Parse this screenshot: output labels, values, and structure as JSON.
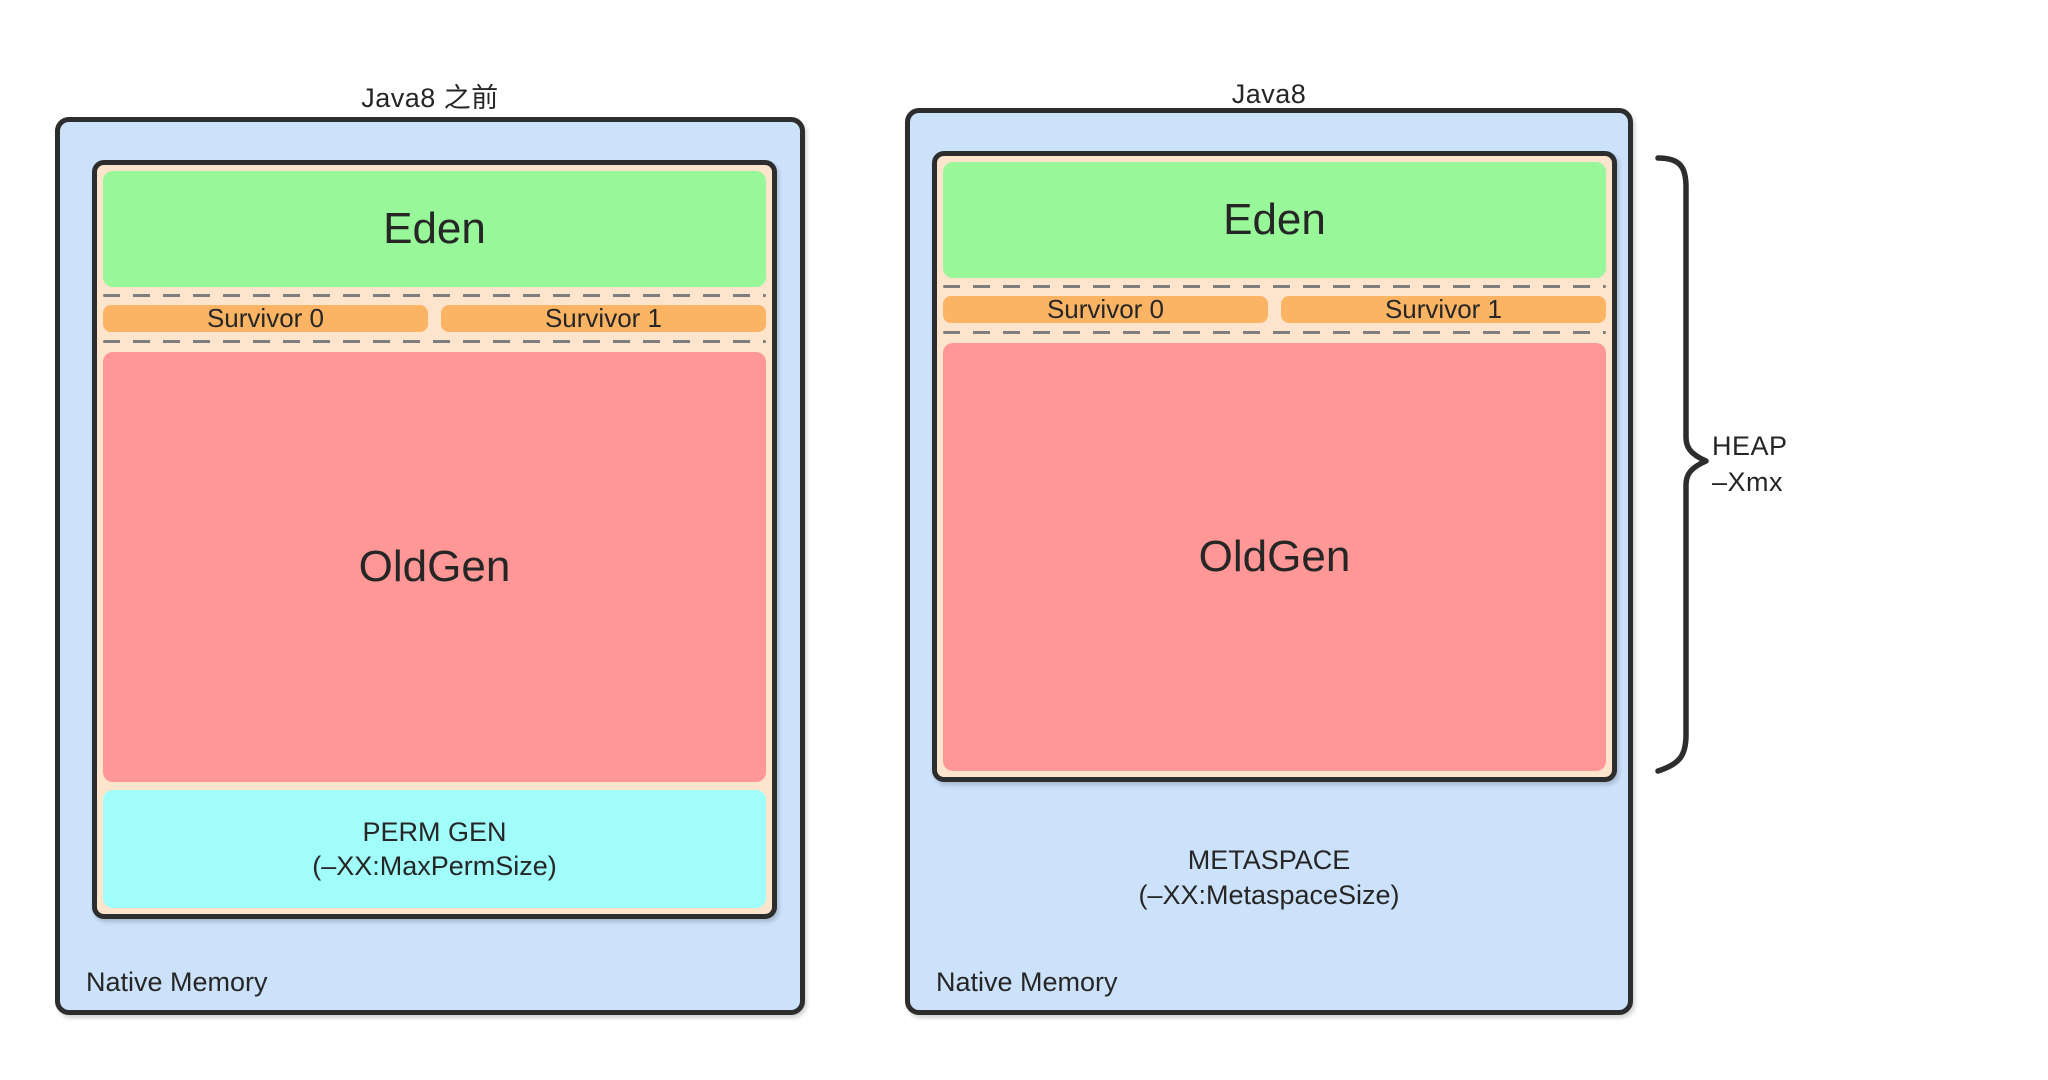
{
  "colors": {
    "outer_fill": "#cce2fa",
    "heap_fill": "#fde4cc",
    "eden_fill": "#98f798",
    "survivor_fill": "#fbb364",
    "oldgen_fill": "#fe9795",
    "permgen_fill": "#a0fdfa",
    "border_color": "#2d2d2d",
    "dash_color": "#7e7e7e",
    "text_color": "#262626",
    "page_bg": "#ffffff"
  },
  "diagrams": [
    {
      "title": "Java8 之前",
      "native_memory_label": "Native Memory",
      "heap_regions": {
        "eden": "Eden",
        "survivor0": "Survivor 0",
        "survivor1": "Survivor 1",
        "old_gen": "OldGen",
        "perm_gen": {
          "line1": "PERM GEN",
          "line2": "(–XX:MaxPermSize)"
        }
      }
    },
    {
      "title": "Java8",
      "native_memory_label": "Native Memory",
      "heap_regions": {
        "eden": "Eden",
        "survivor0": "Survivor 0",
        "survivor1": "Survivor 1",
        "old_gen": "OldGen"
      },
      "metaspace": {
        "line1": "METASPACE",
        "line2": "(–XX:MetaspaceSize)"
      }
    }
  ],
  "heap_annotation": {
    "line1": "HEAP",
    "line2": "–Xmx"
  }
}
